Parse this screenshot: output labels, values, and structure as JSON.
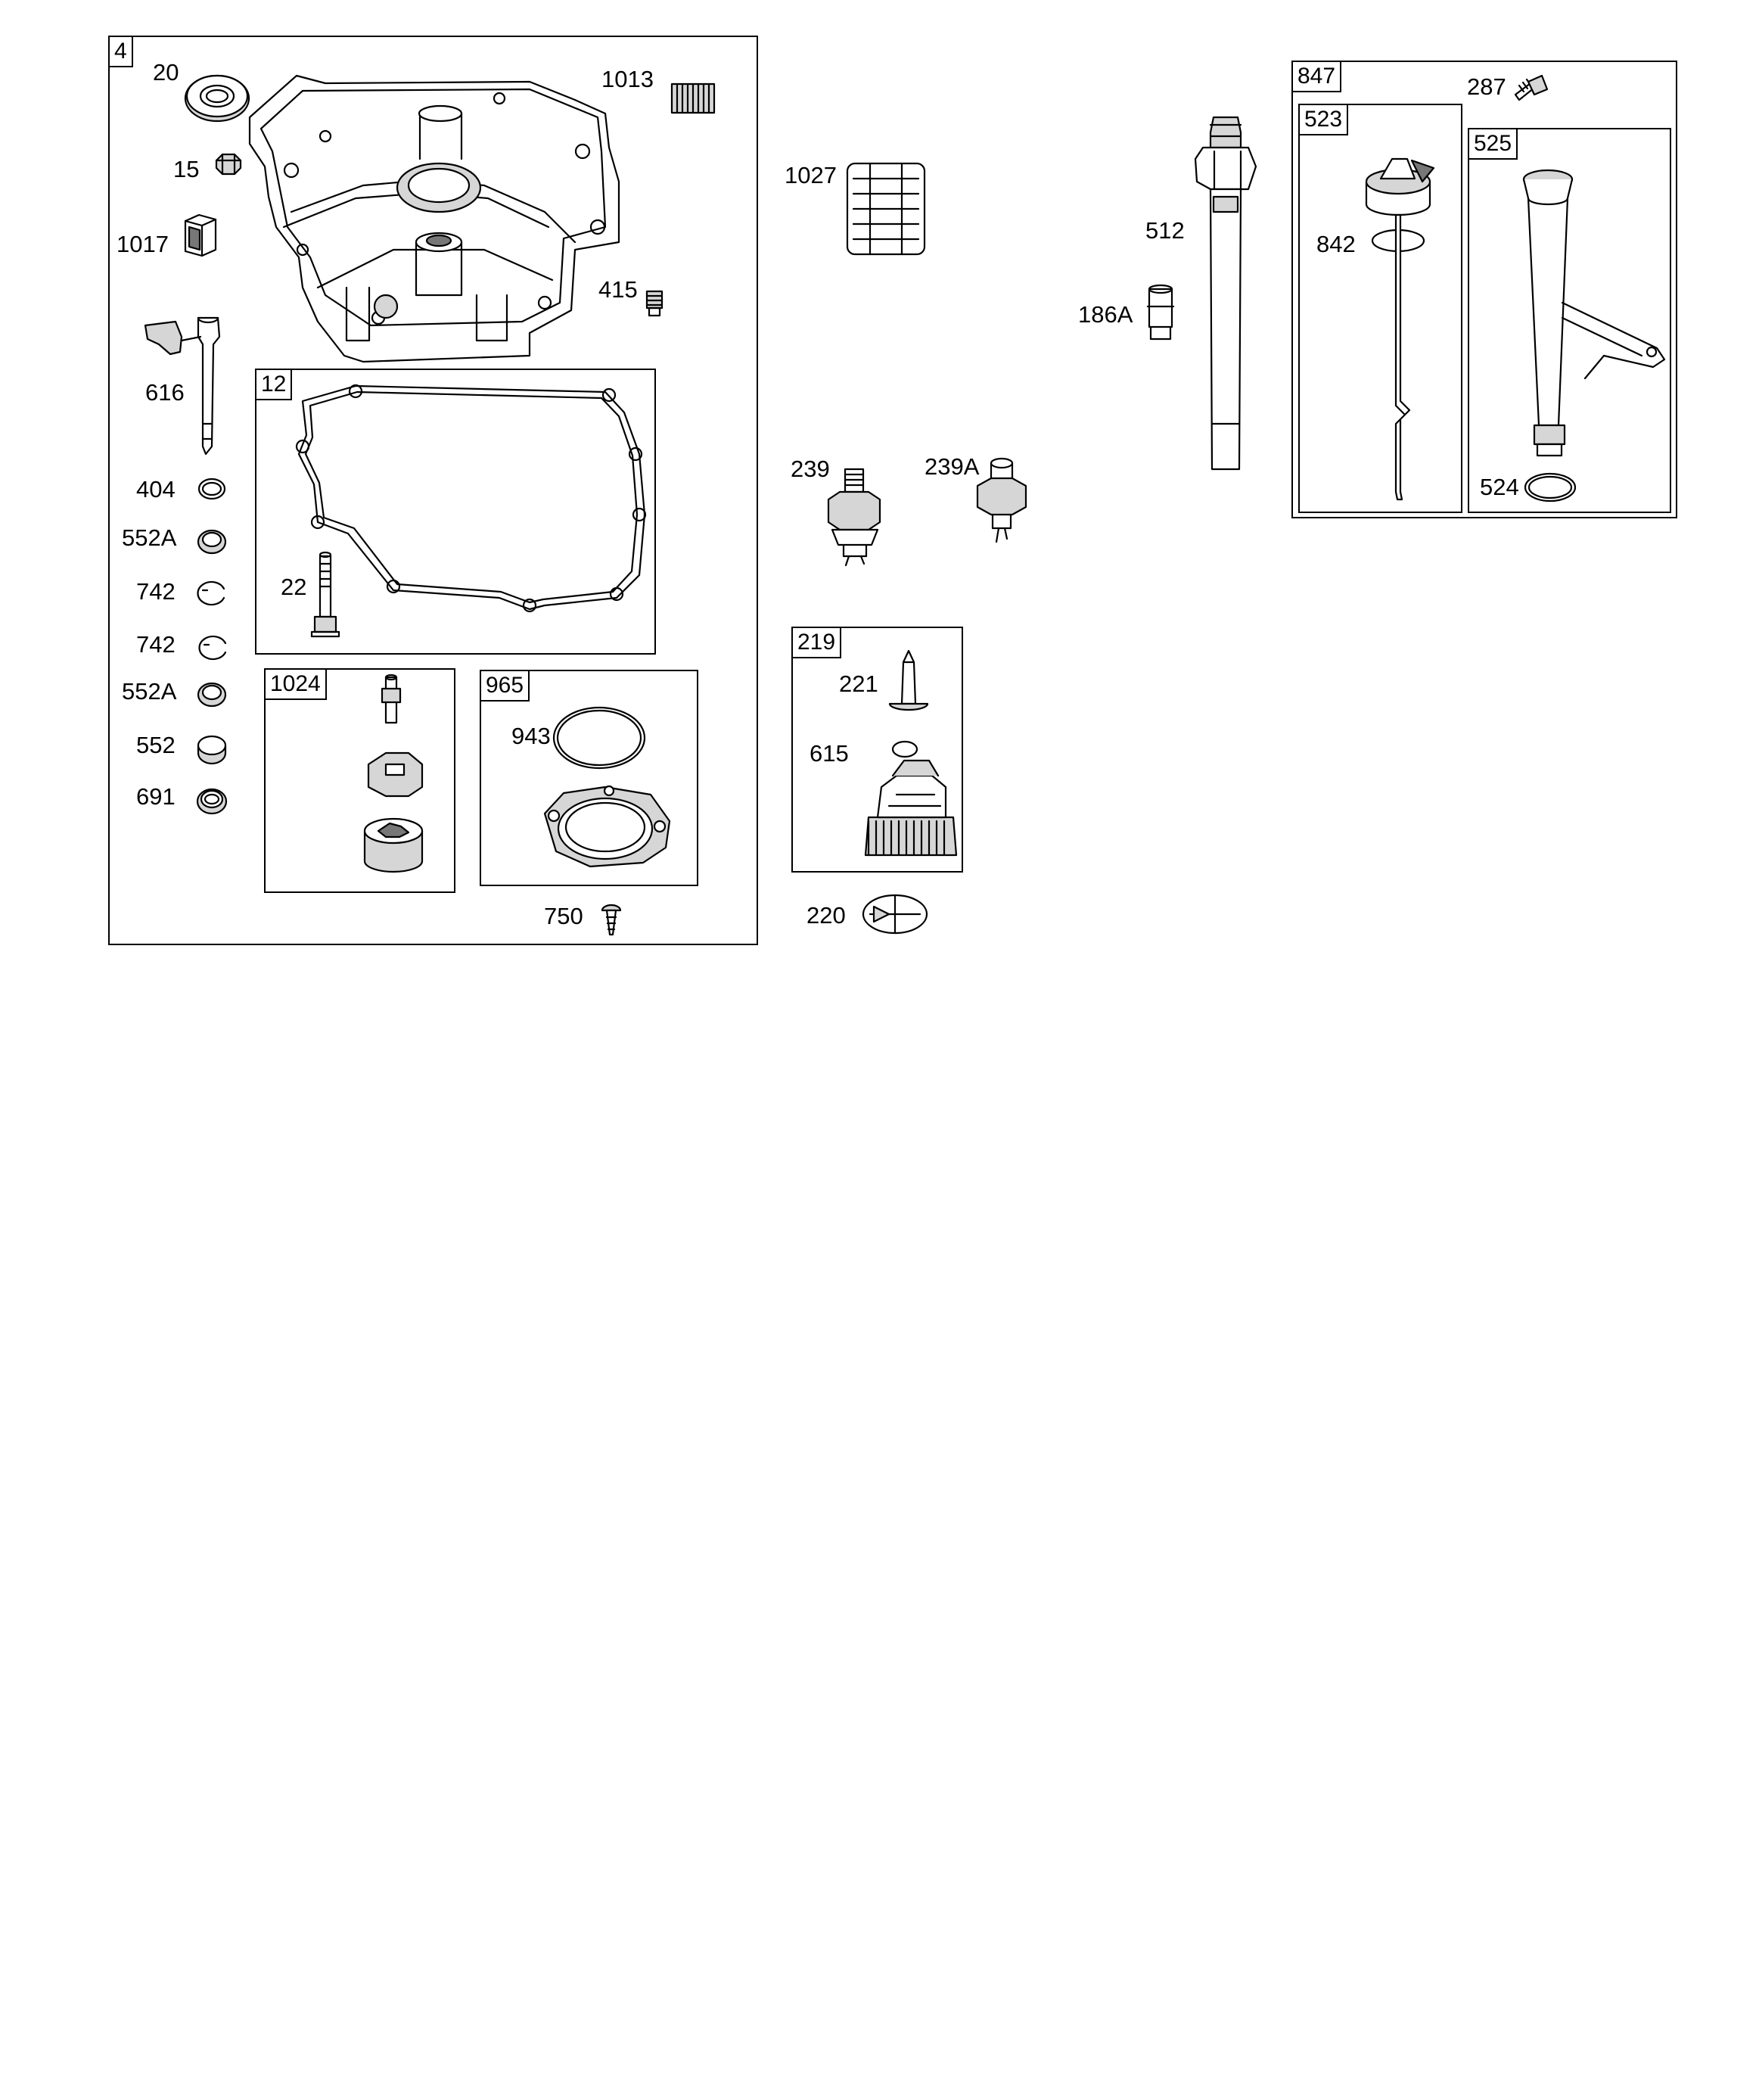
{
  "groups": {
    "g4": "4",
    "g12": "12",
    "g1024": "1024",
    "g965": "965",
    "g219": "219",
    "g847": "847",
    "g523": "523",
    "g525": "525"
  },
  "parts": {
    "p20": "20",
    "p1013": "1013",
    "p15": "15",
    "p1017": "1017",
    "p415": "415",
    "p616": "616",
    "p404": "404",
    "p552A_1": "552A",
    "p742_1": "742",
    "p742_2": "742",
    "p552A_2": "552A",
    "p552": "552",
    "p691": "691",
    "p22": "22",
    "p943": "943",
    "p750": "750",
    "p1027": "1027",
    "p239": "239",
    "p239A": "239A",
    "p221": "221",
    "p615": "615",
    "p220": "220",
    "p512": "512",
    "p186A": "186A",
    "p287": "287",
    "p842": "842",
    "p524": "524"
  }
}
